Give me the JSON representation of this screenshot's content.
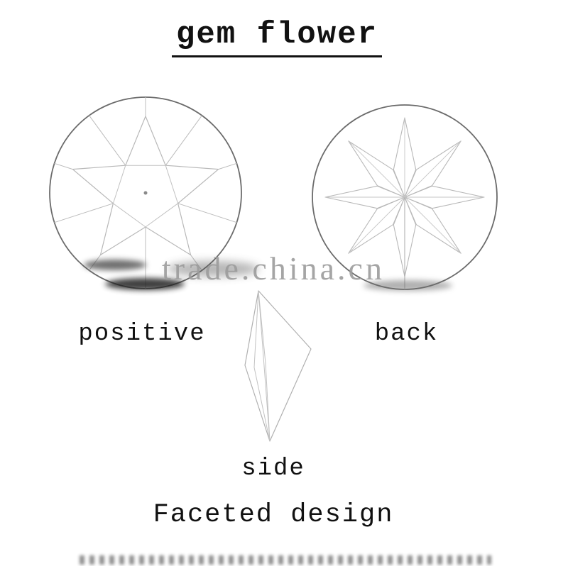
{
  "title": "gem flower",
  "watermark": "trade.china.cn",
  "views": [
    {
      "id": "positive",
      "label": "positive"
    },
    {
      "id": "back",
      "label": "back"
    },
    {
      "id": "side",
      "label": "side"
    }
  ],
  "caption": "Faceted design",
  "colors": {
    "outline": "#6b6b6b",
    "facet_line": "#b8b8b8",
    "text": "#111111",
    "watermark": "#9c9c9c",
    "background": "#ffffff"
  }
}
